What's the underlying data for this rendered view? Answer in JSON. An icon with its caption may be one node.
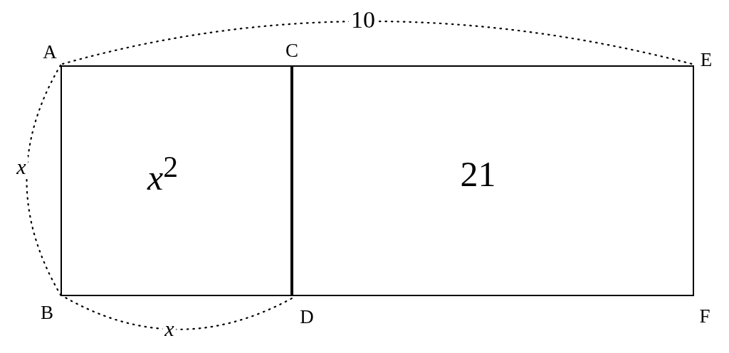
{
  "diagram": {
    "nodes": [
      {
        "text": [
          "*x*$^{2}$"
        ]
      },
      {
        "text": [
          "21"
        ]
      }
    ],
    "labels": [
      "10",
      "A",
      "C",
      "E",
      "*x*",
      "B",
      "D",
      "*x*",
      "F"
    ]
  }
}
